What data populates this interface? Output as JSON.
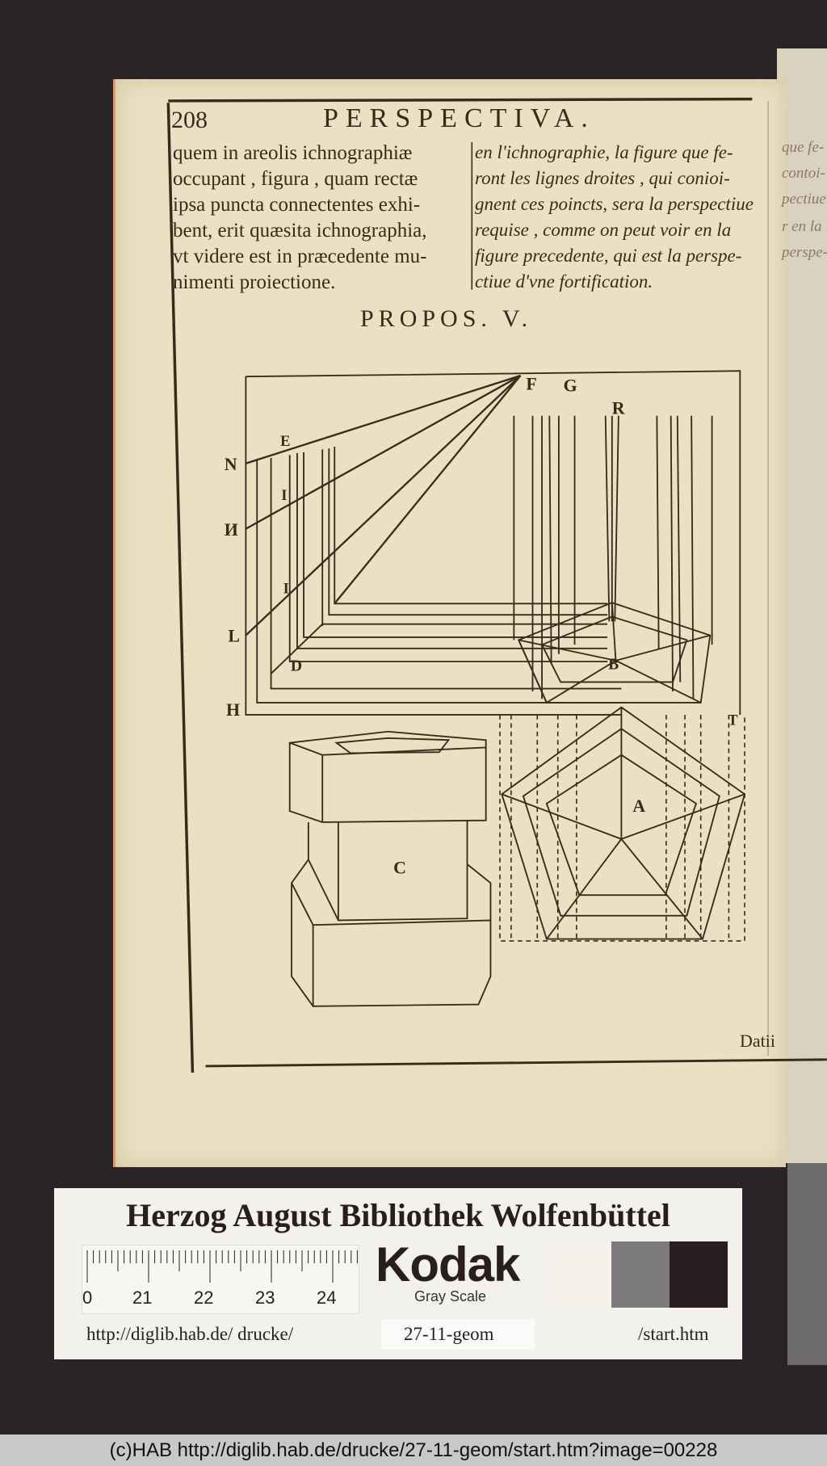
{
  "page": {
    "page_number": "208",
    "running_title": "PERSPECTIVA.",
    "latin_lines": [
      "quem in areolis ichnographiæ",
      "occupant , figura , quam rectæ",
      "ipsa puncta connectentes exhi-",
      "bent, erit quæsita ichnographia,",
      "vt videre est in præcedente mu-",
      "nimenti proiectione."
    ],
    "french_lines": [
      "en l'ichnographie, la figure que fe-",
      "ront les lignes droites , qui conioi-",
      "gnent ces poincts, sera la perspectiue",
      "requise , comme on peut voir en la",
      "figure precedente, qui est la perspe-",
      "ctiue d'vne fortification."
    ],
    "heading": "PROPOS. V.",
    "figure_labels": {
      "F": "F",
      "G": "G",
      "R": "R",
      "N": "N",
      "N2": "И",
      "L": "L",
      "H": "H",
      "E": "E",
      "I1": "I",
      "I2": "I",
      "D": "D",
      "B": "B",
      "A": "A",
      "C": "C",
      "T": "T"
    },
    "catchword": "Datii",
    "facing_page_fragments": [
      "que fe-",
      "contoi-",
      "pectiue",
      "r en la",
      "perspe-"
    ]
  },
  "target_card": {
    "institution": "Herzog August Bibliothek Wolfenbüttel",
    "ruler_numbers": [
      "0",
      "21",
      "22",
      "23",
      "24"
    ],
    "brand": "Kodak",
    "brand_sub": "Gray Scale",
    "url_left": "http://diglib.hab.de/ drucke/",
    "url_mid": "27-11-geom",
    "url_right": "/start.htm",
    "gray_patches": [
      "#f4f1ea",
      "#7d7b7d",
      "#2a1e22"
    ]
  },
  "footer_caption": "(c)HAB http://diglib.hab.de/drucke/27-11-geom/start.htm?image=00228"
}
